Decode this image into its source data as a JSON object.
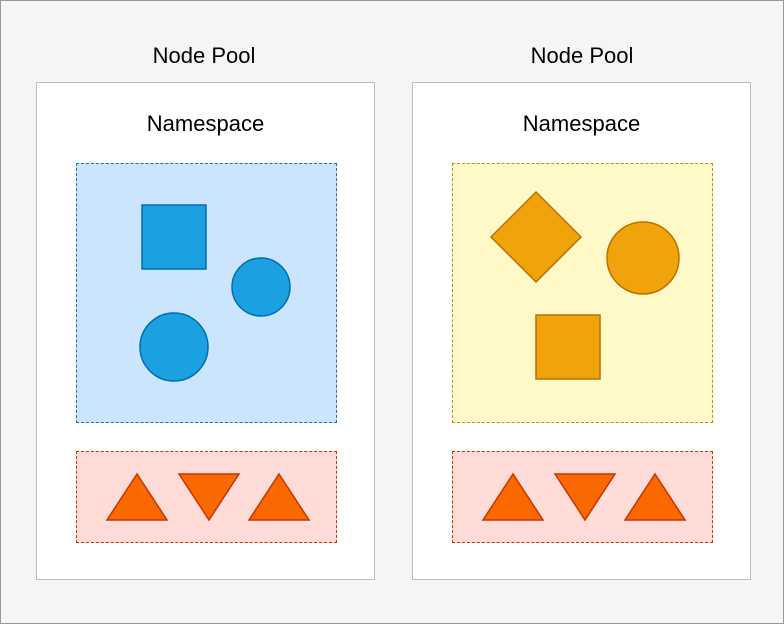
{
  "pools": [
    {
      "title": "Node Pool",
      "namespace": "Namespace",
      "ns_fill": "#cce5ff",
      "ns_border": "#1672b8",
      "shape_fill": "#1ba1e2",
      "shape_stroke": "#006eaf",
      "shapes": [
        "square",
        "circle",
        "circle"
      ]
    },
    {
      "title": "Node Pool",
      "namespace": "Namespace",
      "ns_fill": "#fff9c8",
      "ns_border": "#c98d00",
      "shape_fill": "#f0a30a",
      "shape_stroke": "#bd7000",
      "shapes": [
        "diamond",
        "circle",
        "square"
      ]
    }
  ],
  "tri_fill": "#fa6800",
  "tri_stroke": "#c73500",
  "tri_box_fill": "#ffdcd8",
  "tri_box_border": "#c73500"
}
